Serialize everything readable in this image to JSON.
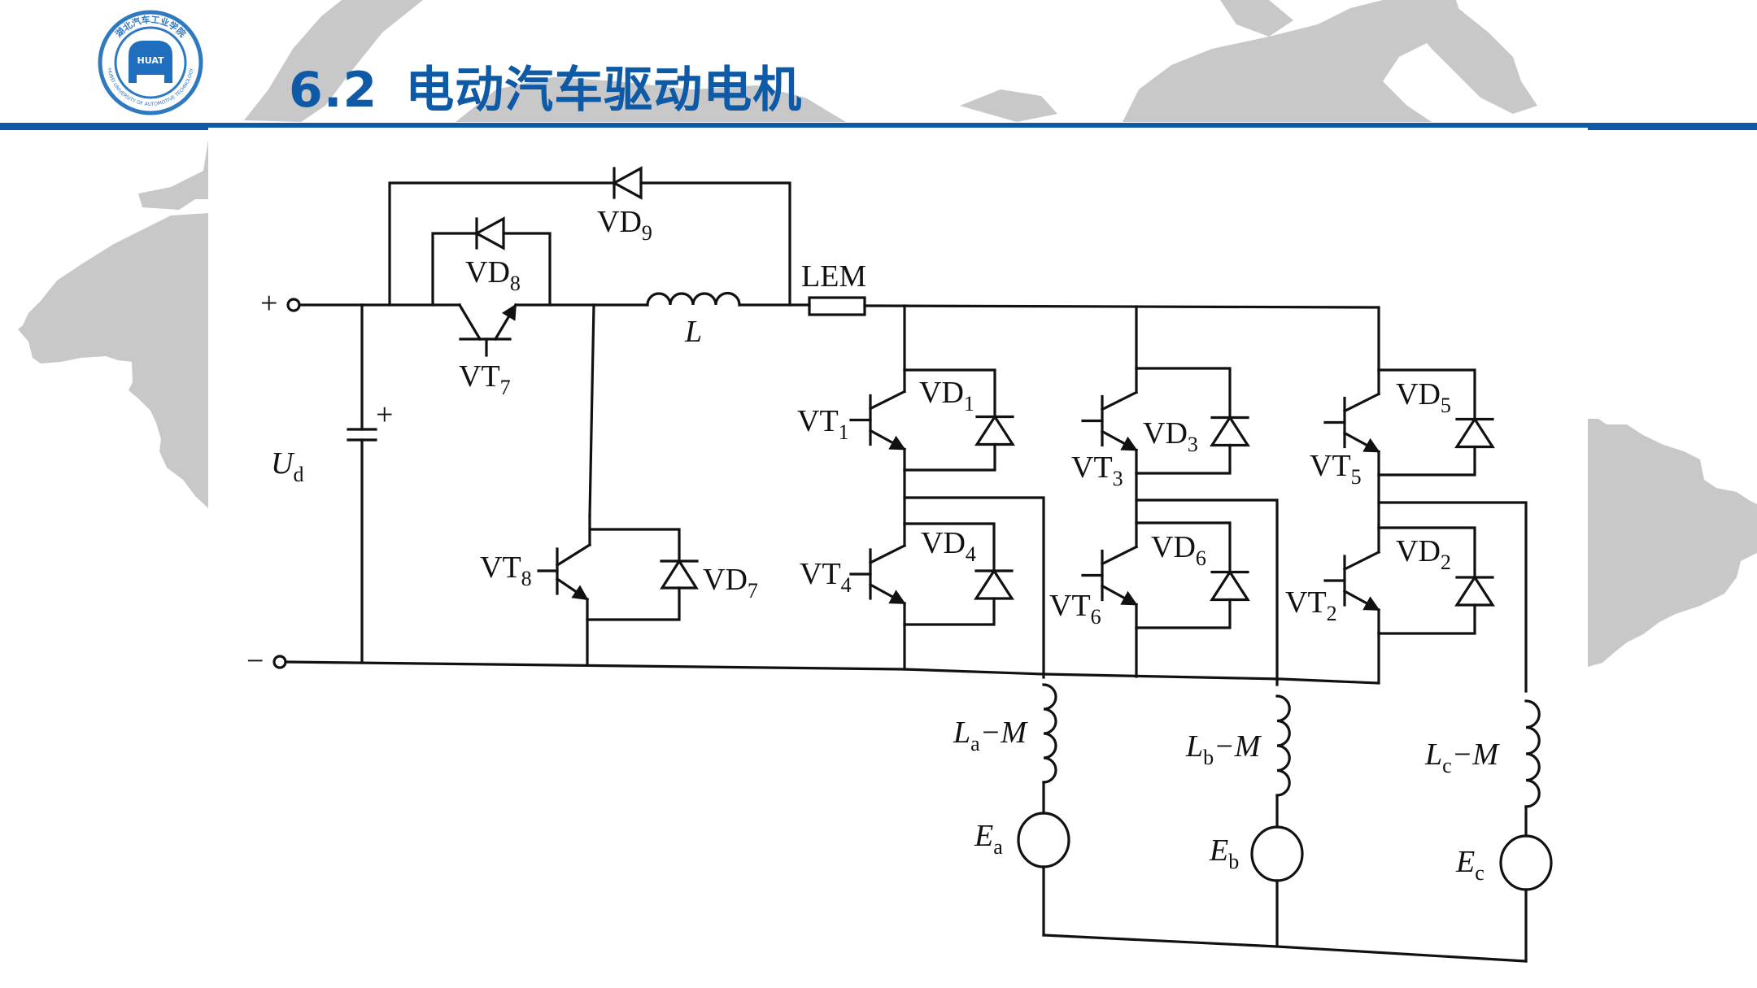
{
  "slide": {
    "section_number": "6.2",
    "title": "电动汽车驱动电机",
    "accent_color": "#0e5aa7",
    "map_color": "#c8c8c8"
  },
  "logo": {
    "center_text": "HUAT",
    "ring_text_cn": "湖北汽车工业学院",
    "ring_text_en": "HUBEI UNIVERSITY OF AUTOMOTIVE TECHNOLOGY"
  },
  "circuit": {
    "terminal_plus": "+",
    "terminal_minus": "−",
    "capacitor_polarity": "+",
    "source_voltage": {
      "main": "U",
      "sub": "d"
    },
    "inductor": {
      "main": "L"
    },
    "current_sensor": "LEM",
    "switches": {
      "VT7": {
        "main": "VT",
        "sub": "7"
      },
      "VT8": {
        "main": "VT",
        "sub": "8"
      },
      "VT1": {
        "main": "VT",
        "sub": "1"
      },
      "VT4": {
        "main": "VT",
        "sub": "4"
      },
      "VT3": {
        "main": "VT",
        "sub": "3"
      },
      "VT6": {
        "main": "VT",
        "sub": "6"
      },
      "VT5": {
        "main": "VT",
        "sub": "5"
      },
      "VT2": {
        "main": "VT",
        "sub": "2"
      }
    },
    "diodes": {
      "VD9": {
        "main": "VD",
        "sub": "9"
      },
      "VD8": {
        "main": "VD",
        "sub": "8"
      },
      "VD7": {
        "main": "VD",
        "sub": "7"
      },
      "VD1": {
        "main": "VD",
        "sub": "1"
      },
      "VD4": {
        "main": "VD",
        "sub": "4"
      },
      "VD3": {
        "main": "VD",
        "sub": "3"
      },
      "VD6": {
        "main": "VD",
        "sub": "6"
      },
      "VD5": {
        "main": "VD",
        "sub": "5"
      },
      "VD2": {
        "main": "VD",
        "sub": "2"
      }
    },
    "windings": [
      {
        "main": "L",
        "sub": "a",
        "suffix": "−M"
      },
      {
        "main": "L",
        "sub": "b",
        "suffix": "−M"
      },
      {
        "main": "L",
        "sub": "c",
        "suffix": "−M"
      }
    ],
    "emfs": [
      {
        "main": "E",
        "sub": "a"
      },
      {
        "main": "E",
        "sub": "b"
      },
      {
        "main": "E",
        "sub": "c"
      }
    ]
  }
}
